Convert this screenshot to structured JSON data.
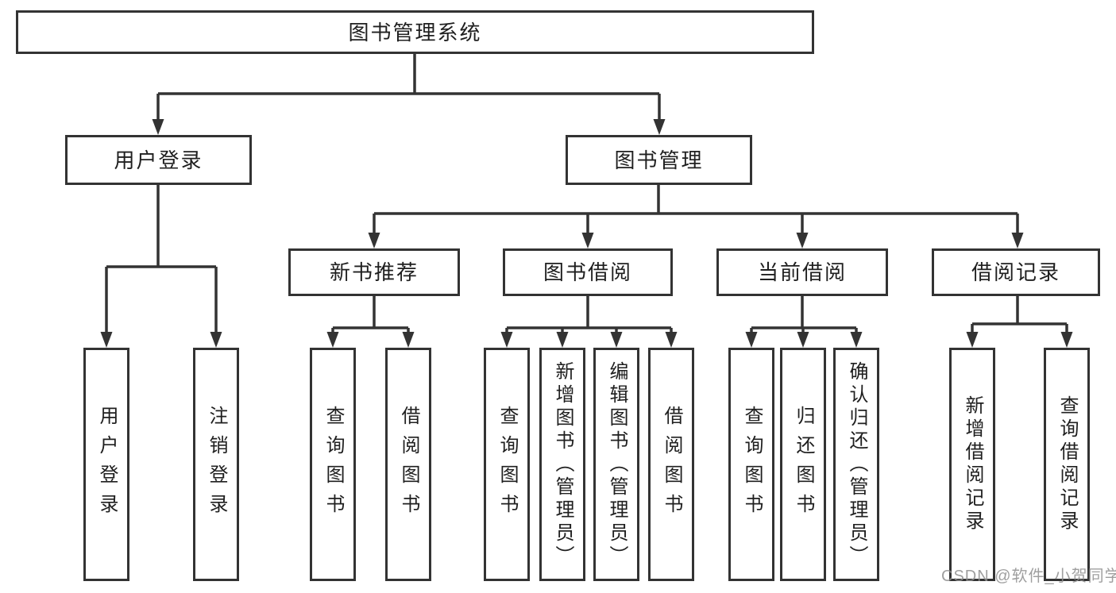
{
  "diagram_type": "hierarchy-tree",
  "tree": {
    "label": "图书管理系统",
    "children": [
      {
        "label": "用户登录",
        "children": [
          {
            "label": "用户登录"
          },
          {
            "label": "注销登录"
          }
        ]
      },
      {
        "label": "图书管理",
        "children": [
          {
            "label": "新书推荐",
            "children": [
              {
                "label": "查询图书"
              },
              {
                "label": "借阅图书"
              }
            ]
          },
          {
            "label": "图书借阅",
            "children": [
              {
                "label": "查询图书"
              },
              {
                "label": "新增图书（管理员）"
              },
              {
                "label": "编辑图书（管理员）"
              },
              {
                "label": "借阅图书"
              }
            ]
          },
          {
            "label": "当前借阅",
            "children": [
              {
                "label": "查询图书"
              },
              {
                "label": "归还图书"
              },
              {
                "label": "确认归还（管理员）"
              }
            ]
          },
          {
            "label": "借阅记录",
            "children": [
              {
                "label": "新增借阅记录"
              },
              {
                "label": "查询借阅记录"
              }
            ]
          }
        ]
      }
    ]
  },
  "watermark": "CSDN @软件_小贺同学",
  "colors": {
    "line": "#333333",
    "text": "#1f1f1f",
    "watermark": "#8f8f8f",
    "background": "#ffffff",
    "box_background": "#ffffff"
  }
}
